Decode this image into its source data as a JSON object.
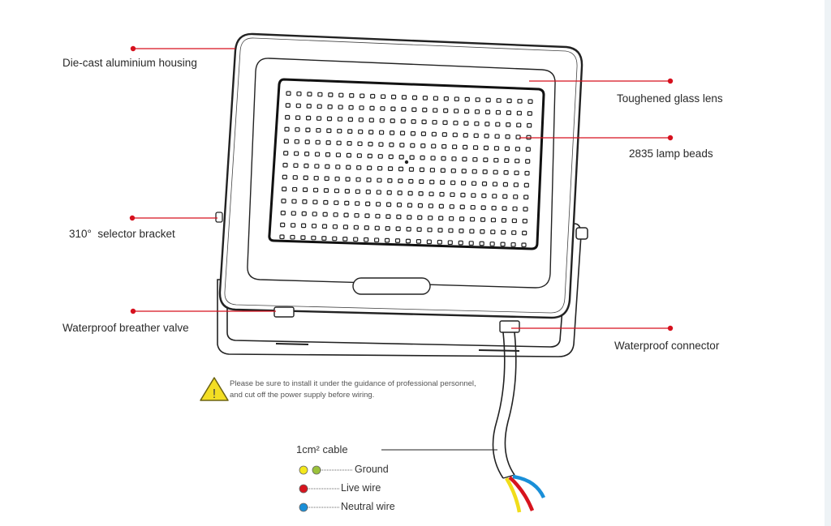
{
  "labels": {
    "housing": "Die-cast aluminium housing",
    "lens": "Toughened glass lens",
    "beads": "2835 lamp beads",
    "bracket": "310°  selector bracket",
    "valve": "Waterproof breather valve",
    "connector": "Waterproof connector"
  },
  "warning": {
    "line1": "Please be sure to install it under the guidance of professional personnel,",
    "line2": "and cut off the power supply before wiring.",
    "icon": "warning-triangle-icon"
  },
  "cable": {
    "label": "1cm² cable",
    "wires": [
      {
        "label": "Ground",
        "colors": [
          "#f4e81c",
          "#9bc23a"
        ]
      },
      {
        "label": "Live wire",
        "colors": [
          "#d7141e"
        ]
      },
      {
        "label": "Neutral wire",
        "colors": [
          "#1a8fd8"
        ]
      }
    ]
  },
  "colors": {
    "leader": "#d6111e"
  }
}
